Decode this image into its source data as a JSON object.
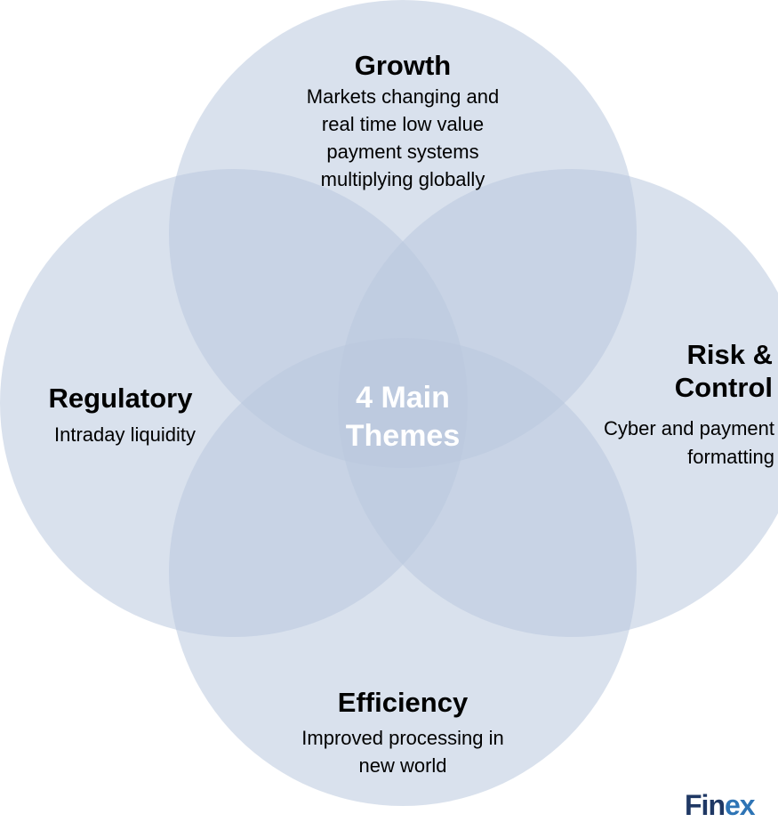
{
  "diagram": {
    "center": {
      "title": "4 Main Themes",
      "line1": "4 Main",
      "line2": "Themes"
    },
    "themes": [
      {
        "id": "growth",
        "title": "Growth",
        "description_lines": [
          "Markets changing and",
          "real time low value",
          "payment systems",
          "multiplying globally"
        ]
      },
      {
        "id": "regulatory",
        "title": "Regulatory",
        "description_lines": [
          "Intraday liquidity"
        ]
      },
      {
        "id": "risk",
        "title_lines": [
          "Risk &",
          "Control"
        ],
        "description_lines": [
          "Cyber and payment",
          "formatting"
        ]
      },
      {
        "id": "efficiency",
        "title": "Efficiency",
        "description_lines": [
          "Improved processing in",
          "new world"
        ]
      }
    ]
  },
  "logo": {
    "part1": "Fin",
    "part2": "ex"
  },
  "colors": {
    "circle_fill": "#b9c9df",
    "center_text": "#ffffff",
    "text": "#000000",
    "logo_dark": "#1f3864",
    "logo_accent": "#2e74b5"
  }
}
